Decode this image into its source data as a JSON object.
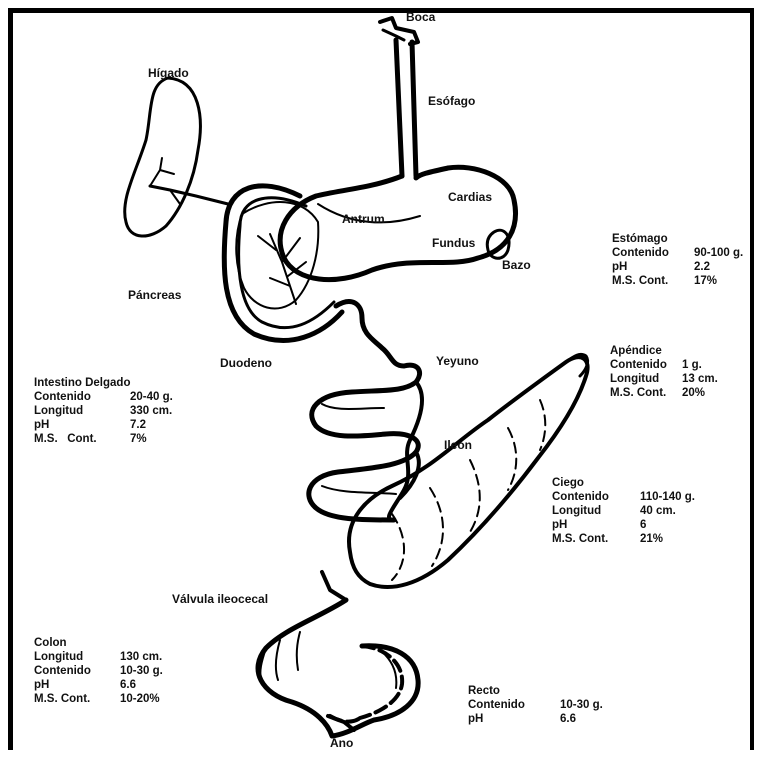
{
  "labels": {
    "boca": "Boca",
    "esofago": "Esófago",
    "higado": "Hígado",
    "cardias": "Cardias",
    "antrum": "Antrum",
    "fundus": "Fundus",
    "bazo": "Bazo",
    "pancreas": "Páncreas",
    "duodeno": "Duodeno",
    "yeyuno": "Yeyuno",
    "ileon": "Ileon",
    "valvula": "Válvula ileocecal",
    "ano": "Ano"
  },
  "estomago": {
    "title": "Estómago",
    "rows": [
      {
        "k": "Contenido",
        "v": "90-100 g."
      },
      {
        "k": "pH",
        "v": "2.2"
      },
      {
        "k": "M.S. Cont.",
        "v": "17%"
      }
    ]
  },
  "apendice": {
    "title": "Apéndice",
    "rows": [
      {
        "k": "Contenido",
        "v": "1 g."
      },
      {
        "k": "Longitud",
        "v": "13 cm."
      },
      {
        "k": "M.S. Cont.",
        "v": "20%"
      }
    ]
  },
  "intestino": {
    "title": "Intestino Delgado",
    "rows": [
      {
        "k": "Contenido",
        "v": "20-40 g."
      },
      {
        "k": "Longitud",
        "v": "330 cm."
      },
      {
        "k": "pH",
        "v": "7.2"
      },
      {
        "k": "M.S.   Cont.",
        "v": "7%"
      }
    ]
  },
  "ciego": {
    "title": "Ciego",
    "rows": [
      {
        "k": "Contenido",
        "v": "110-140 g."
      },
      {
        "k": "Longitud",
        "v": "40 cm."
      },
      {
        "k": "pH",
        "v": "6"
      },
      {
        "k": "M.S. Cont.",
        "v": "21%"
      }
    ]
  },
  "colon": {
    "title": "Colon",
    "rows": [
      {
        "k": "Longitud",
        "v": "130 cm."
      },
      {
        "k": "Contenido",
        "v": "10-30 g."
      },
      {
        "k": "pH",
        "v": "6.6"
      },
      {
        "k": "M.S. Cont.",
        "v": "10-20%"
      }
    ]
  },
  "recto": {
    "title": "Recto",
    "rows": [
      {
        "k": "Contenido",
        "v": "10-30 g."
      },
      {
        "k": "pH",
        "v": "6.6"
      }
    ]
  }
}
